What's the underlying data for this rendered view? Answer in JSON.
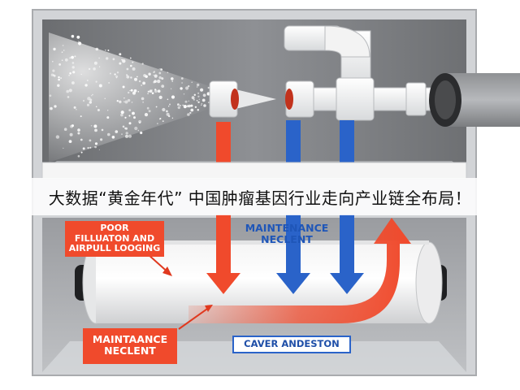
{
  "headline": "大数据“黄金年代” 中国肿瘤基因行业走向产业链全布局！",
  "labels": {
    "poor_filtration": "POOR\nFILLUATON AND\nAIRPULL LOOGING",
    "maintenance_top": "MAINTENANCE\nNECLENT",
    "maintenance_bottom": "MAINTAANCE\nNECLENT",
    "cover_label": "CAVER ANDESTON"
  },
  "colors": {
    "red_flow": "#f04a2c",
    "blue_flow": "#2a63c9",
    "box_gray": "#c9cbcf"
  }
}
